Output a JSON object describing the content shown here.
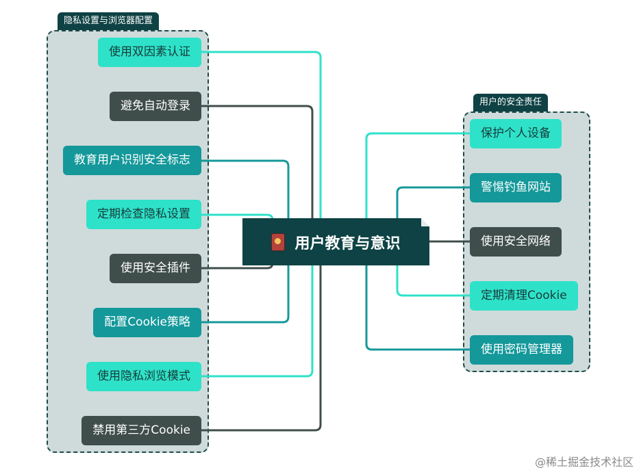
{
  "center": {
    "title": "用户教育与意识",
    "icon": "notebook-icon"
  },
  "left_group": {
    "label": "隐私设置与浏览器配置",
    "items": [
      {
        "label": "使用双因素认证",
        "color": "#2ee2c9"
      },
      {
        "label": "避免自动登录",
        "color": "#3f4d4b"
      },
      {
        "label": "教育用户识别安全标志",
        "color": "#14989a"
      },
      {
        "label": "定期检查隐私设置",
        "color": "#2ee2c9"
      },
      {
        "label": "使用安全插件",
        "color": "#3f4d4b"
      },
      {
        "label": "配置Cookie策略",
        "color": "#14989a"
      },
      {
        "label": "使用隐私浏览模式",
        "color": "#2ee2c9"
      },
      {
        "label": "禁用第三方Cookie",
        "color": "#3f4d4b"
      }
    ]
  },
  "right_group": {
    "label": "用户的安全责任",
    "items": [
      {
        "label": "保护个人设备",
        "color": "#2ee2c9"
      },
      {
        "label": "警惕钓鱼网站",
        "color": "#14989a"
      },
      {
        "label": "使用安全网络",
        "color": "#3f4d4b"
      },
      {
        "label": "定期清理Cookie",
        "color": "#2ee2c9"
      },
      {
        "label": "使用密码管理器",
        "color": "#14989a"
      }
    ]
  },
  "watermark": "@稀土掘金技术社区"
}
